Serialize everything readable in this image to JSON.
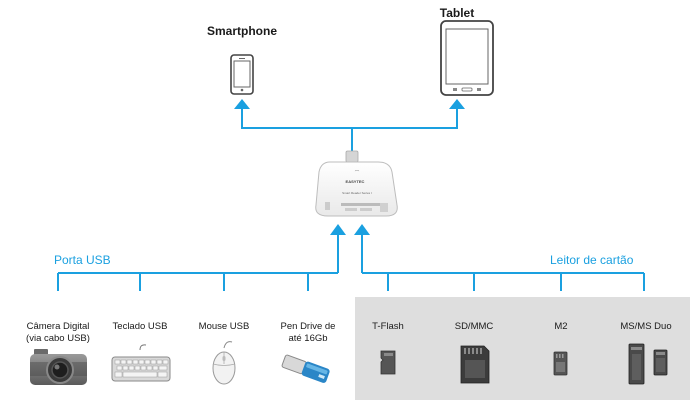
{
  "top_devices": {
    "smartphone": "Smartphone",
    "tablet": "Tablet"
  },
  "sections": {
    "usb": "Porta USB",
    "card": "Leitor de cartão"
  },
  "usb_devices": [
    {
      "label": "Câmera Digital\n(via cabo USB)",
      "icon": "camera-icon"
    },
    {
      "label": "Teclado USB",
      "icon": "keyboard-icon"
    },
    {
      "label": "Mouse USB",
      "icon": "mouse-icon"
    },
    {
      "label": "Pen Drive de\naté 16Gb",
      "icon": "usb-flash-drive-icon"
    }
  ],
  "card_devices": [
    {
      "label": "T-Flash",
      "icon": "tflash-card-icon"
    },
    {
      "label": "SD/MMC",
      "icon": "sd-card-icon"
    },
    {
      "label": "M2",
      "icon": "m2-card-icon"
    },
    {
      "label": "MS/MS Duo",
      "icon": "ms-card-icon"
    }
  ],
  "hub": {
    "brand": "EASYTEC",
    "model": "Smart Reader Series I"
  },
  "colors": {
    "connector": "#1aa0e0",
    "card_panel": "#dedede"
  }
}
